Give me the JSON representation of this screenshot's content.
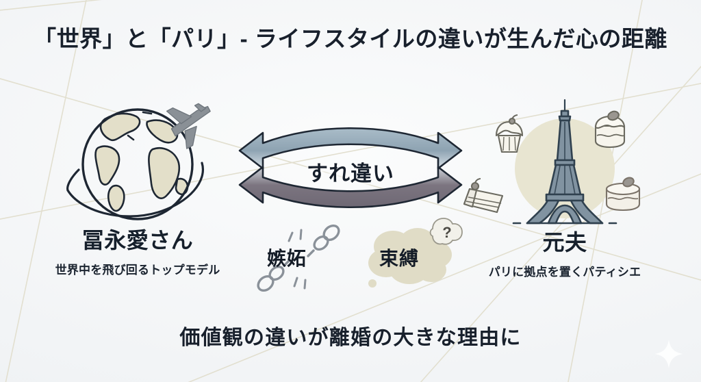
{
  "slide": {
    "title": "「世界」と「パリ」- ライフスタイルの違いが生んだ心の距離",
    "conclusion": "価値観の違いが離婚の大きな理由に",
    "background_color": "#f3f5f6",
    "decor_line_color": "#e2dfcf"
  },
  "center": {
    "arrow_label": "すれ違い",
    "top_arrow_color": "#90a4b3",
    "bottom_arrow_color": "#7e7782",
    "arrow_outline_color": "#1e2733",
    "keywords": [
      {
        "label": "嫉妬",
        "icon": "broken-chain-icon"
      },
      {
        "label": "束縛",
        "icon": "thought-cloud-icon"
      }
    ],
    "cloud_color": "#e0dcc6",
    "cloud_question_mark": "?"
  },
  "people": [
    {
      "id": "left",
      "name": "冨永愛さん",
      "role": "世界中を飛び回るトップモデル",
      "icon": "globe-airplane-icon",
      "accent_color": "#e4e0cc",
      "outline_color": "#1e2733",
      "plane_color": "#8a9096"
    },
    {
      "id": "right",
      "name": "元夫",
      "role": "パリに拠点を置くパティシエ",
      "icon": "eiffel-tower-pastries-icon",
      "accent_color": "#e6e3cd",
      "outline_color": "#30414f",
      "tower_color": "#7a8b99"
    }
  ],
  "decoration": {
    "sparkle": "sparkle-icon"
  }
}
